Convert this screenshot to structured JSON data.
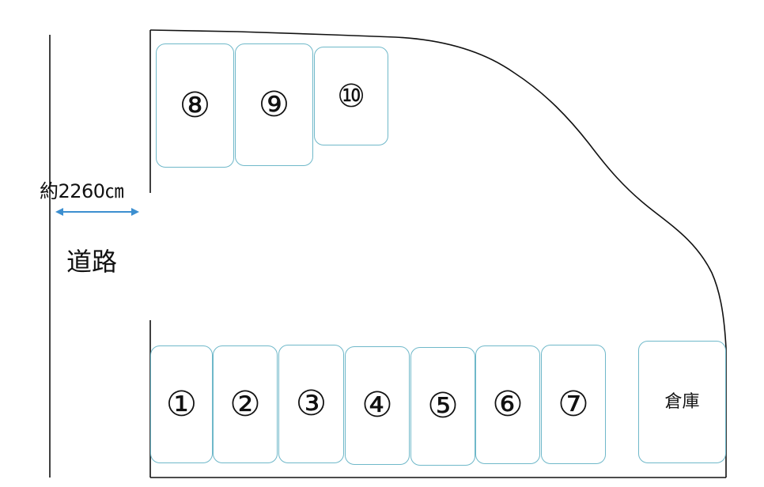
{
  "road": {
    "width_label": "約2260㎝",
    "name": "道路"
  },
  "parking": {
    "upper_row": [
      {
        "id": "space-8",
        "label": "⑧"
      },
      {
        "id": "space-9",
        "label": "⑨"
      },
      {
        "id": "space-10",
        "label": "⑩"
      }
    ],
    "lower_row": [
      {
        "id": "space-1",
        "label": "①"
      },
      {
        "id": "space-2",
        "label": "②"
      },
      {
        "id": "space-3",
        "label": "③"
      },
      {
        "id": "space-4",
        "label": "④"
      },
      {
        "id": "space-5",
        "label": "⑤"
      },
      {
        "id": "space-6",
        "label": "⑥"
      },
      {
        "id": "space-7",
        "label": "⑦"
      }
    ],
    "storage": {
      "label": "倉庫"
    }
  },
  "colors": {
    "space_border": "#6fb8c9",
    "arrow": "#3c8fd0",
    "outline": "#111111"
  }
}
